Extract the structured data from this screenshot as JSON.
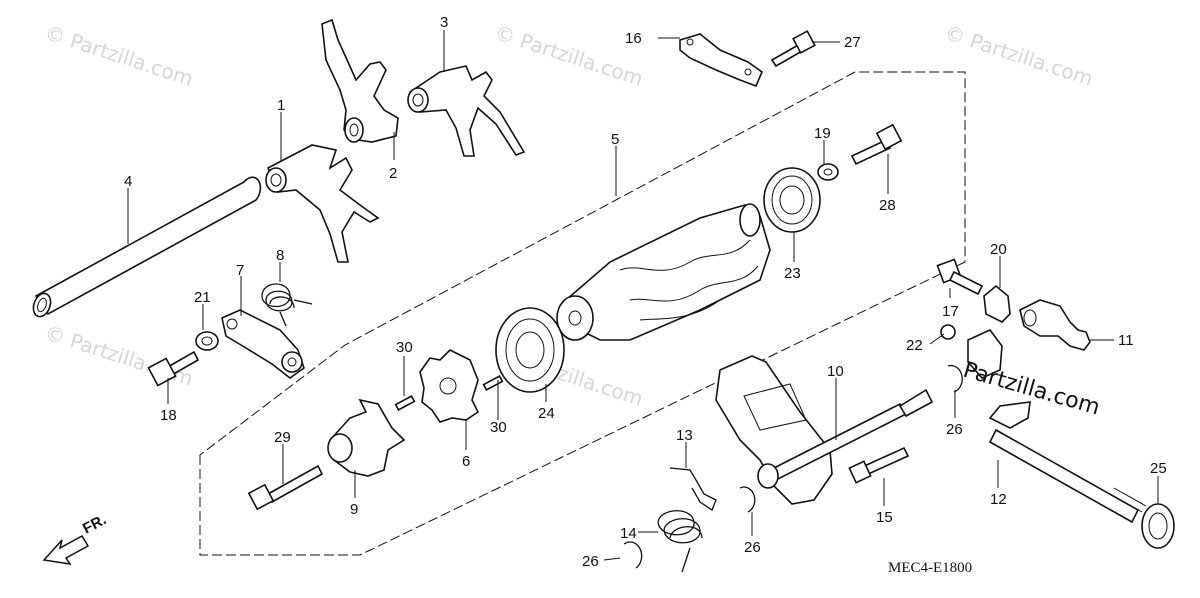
{
  "watermark": {
    "text": "Partzilla.com",
    "symbol": "©",
    "overlay_text": "Partzilla.com"
  },
  "diagram_code": "MEC4-E1800",
  "direction_label": "FR.",
  "callouts": {
    "c1": "1",
    "c2": "2",
    "c3": "3",
    "c4": "4",
    "c5": "5",
    "c6": "6",
    "c7": "7",
    "c8": "8",
    "c9": "9",
    "c10": "10",
    "c11": "11",
    "c12": "12",
    "c13": "13",
    "c14": "14",
    "c15": "15",
    "c16": "16",
    "c17": "17",
    "c18": "18",
    "c19": "19",
    "c20": "20",
    "c21": "21",
    "c22": "22",
    "c23": "23",
    "c24": "24",
    "c25": "25",
    "c26a": "26",
    "c26b": "26",
    "c26c": "26",
    "c27": "27",
    "c28": "28",
    "c29": "29",
    "c30a": "30",
    "c30b": "30"
  }
}
